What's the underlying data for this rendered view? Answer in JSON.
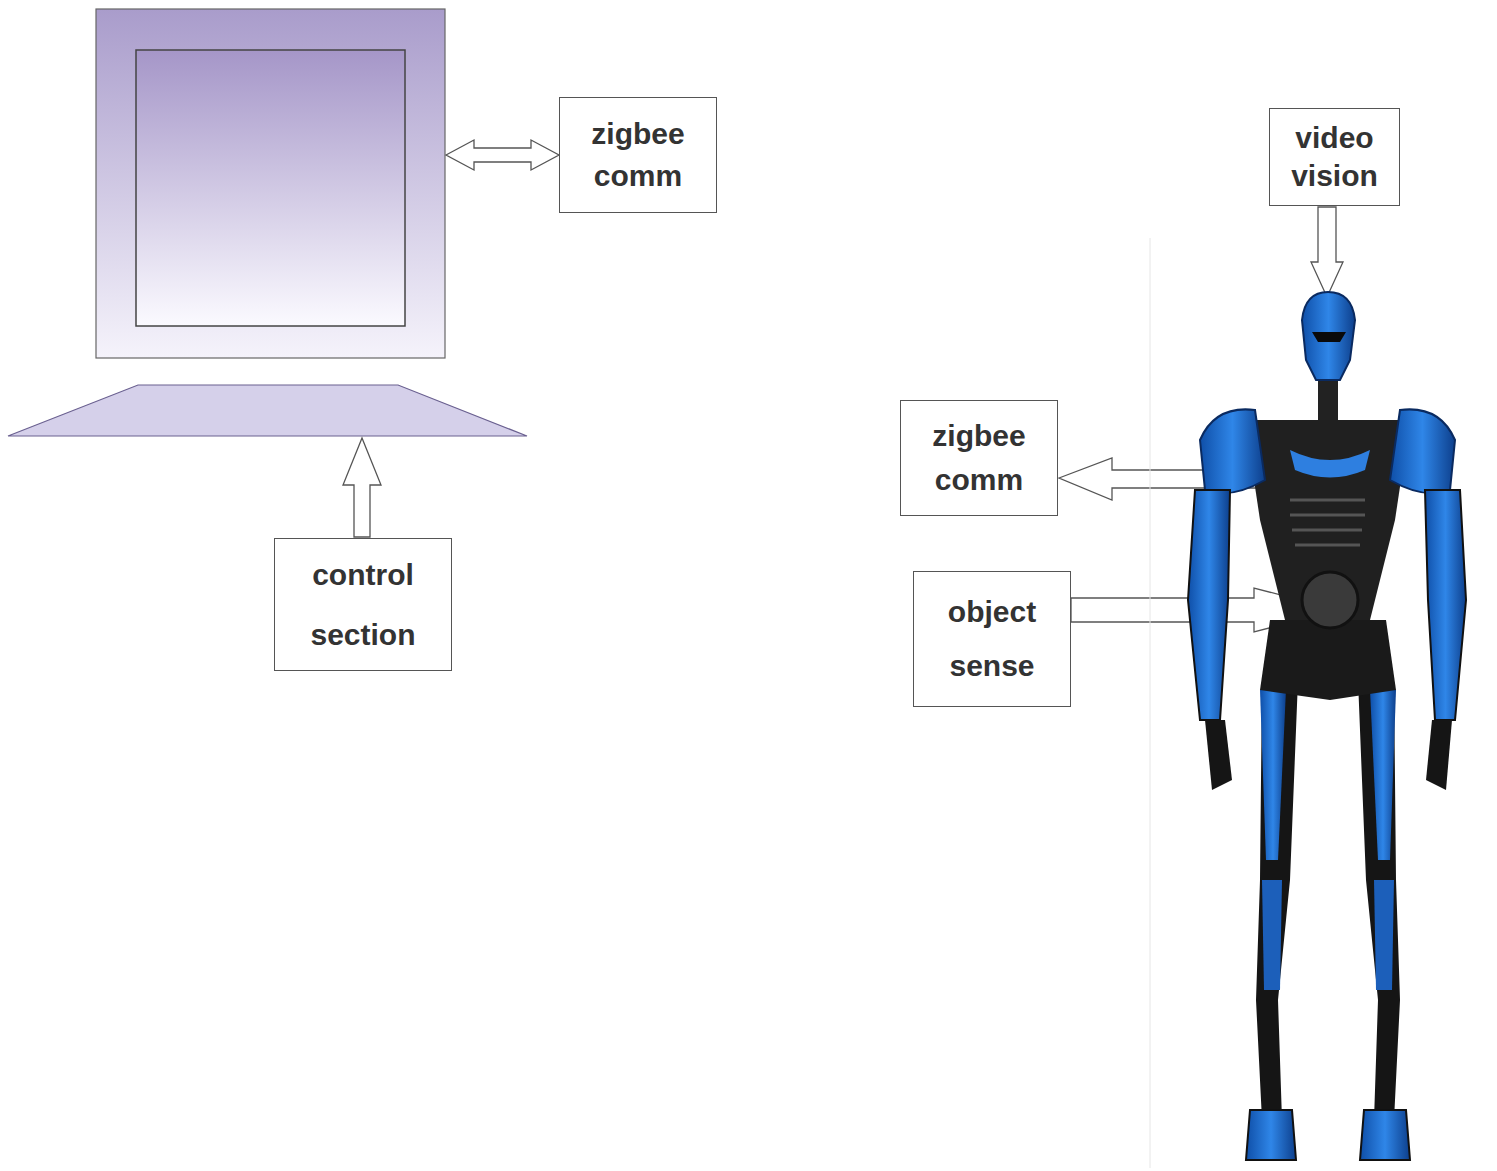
{
  "diagram": {
    "nodes": [
      {
        "text": [
          "zigbee comm"
        ]
      },
      {
        "text": [
          "control section"
        ]
      },
      {
        "text": [
          "video vision"
        ]
      },
      {
        "text": [
          "zigbee comm"
        ]
      },
      {
        "text": [
          "object sense"
        ]
      }
    ]
  }
}
